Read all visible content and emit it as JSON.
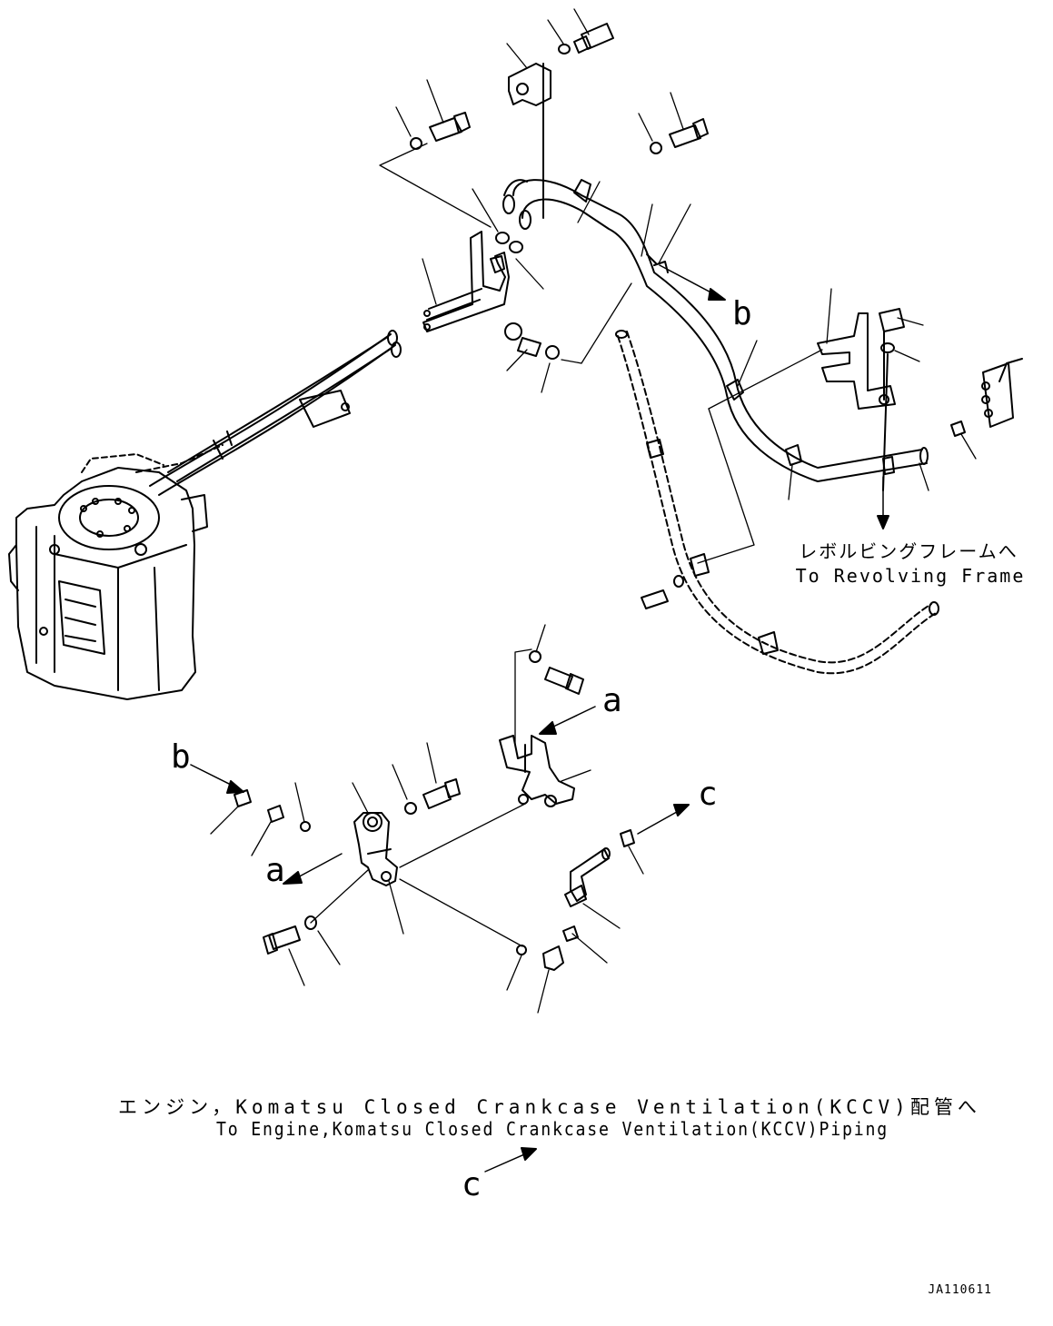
{
  "labels": {
    "revolving_frame_jp": "レボルビングフレームへ",
    "revolving_frame_en": "To Revolving Frame",
    "engine_jp": "エンジン，Komatsu Closed Crankcase Ventilation(KCCV)配管へ",
    "engine_en": "To Engine,Komatsu Closed Crankcase Ventilation(KCCV)Piping",
    "callout_b_top": "b",
    "callout_a_right": "a",
    "callout_b_left": "b",
    "callout_c_right": "c",
    "callout_a_left": "a",
    "callout_c_bottom": "c",
    "drawing_number": "JA110611"
  }
}
